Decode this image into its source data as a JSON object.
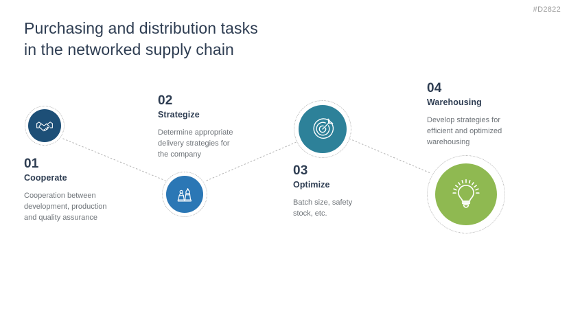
{
  "slide": {
    "code": "#D2822",
    "title": "Purchasing and distribution tasks\nin the networked supply chain",
    "background": "#ffffff",
    "title_color": "#2e3d52",
    "body_color": "#6f7479",
    "ring_color": "#b9b9b9",
    "connector_color": "#b9b9b9"
  },
  "steps": [
    {
      "number": "01",
      "heading": "Cooperate",
      "description": "Cooperation between\ndevelopment, production\nand quality assurance",
      "icon": "handshake-icon",
      "color": "#1d4f77"
    },
    {
      "number": "02",
      "heading": "Strategize",
      "description": "Determine appropriate\ndelivery strategies for\nthe company",
      "icon": "chess-pieces-icon",
      "color": "#2b77b5"
    },
    {
      "number": "03",
      "heading": "Optimize",
      "description": "Batch size, safety\nstock, etc.",
      "icon": "target-dartboard-icon",
      "color": "#2d8199"
    },
    {
      "number": "04",
      "heading": "Warehousing",
      "description": "Develop strategies for\nefficient and optimized\nwarehousing",
      "icon": "lightbulb-icon",
      "color": "#8fb951"
    }
  ]
}
